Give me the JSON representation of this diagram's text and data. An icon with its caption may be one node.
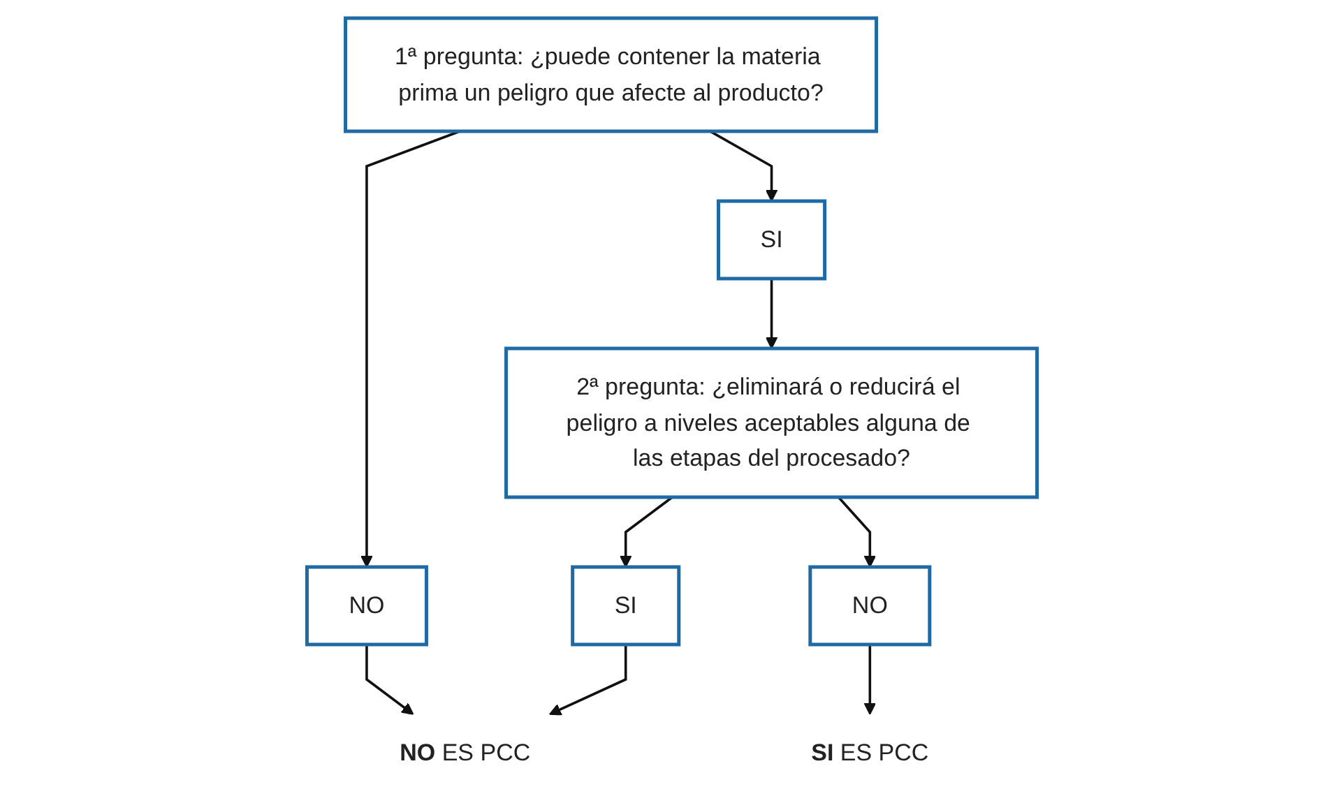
{
  "diagram": {
    "nodes": [
      {
        "text": [
          "1ª pregunta: ¿puede contener la materia prima un peligro que afecte al producto?"
        ]
      },
      {
        "text": [
          "SI"
        ]
      },
      {
        "text": [
          "NO"
        ]
      },
      {
        "text": [
          "2ª pregunta: ¿eliminará o reducirá el peligro a niveles aceptables alguna de las etapas del procesado?"
        ]
      },
      {
        "text": [
          "SI"
        ]
      },
      {
        "text": [
          "**NO** ES PCC"
        ]
      },
      {
        "text": [
          "NO"
        ]
      },
      {
        "text": [
          "**SI** ES PCC"
        ]
      }
    ],
    "edges": [
      {
        "from": 0,
        "to": 1,
        "arrow": "to"
      },
      {
        "from": 0,
        "to": 2,
        "arrow": "to"
      },
      {
        "from": 1,
        "to": 3,
        "arrow": "to"
      },
      {
        "from": 2,
        "to": 5,
        "arrow": "to"
      },
      {
        "from": 3,
        "to": 4,
        "arrow": "to"
      },
      {
        "from": 4,
        "to": 5,
        "arrow": "to"
      },
      {
        "from": 3,
        "to": 6,
        "arrow": "to"
      },
      {
        "from": 6,
        "to": 7,
        "arrow": "to"
      }
    ]
  }
}
